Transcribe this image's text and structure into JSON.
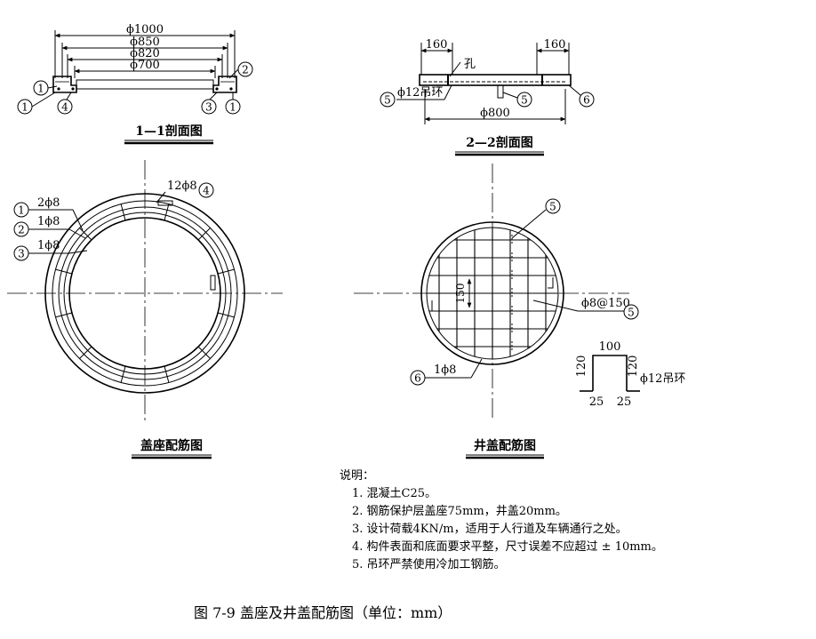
{
  "section11": {
    "dims": [
      "ϕ1000",
      "ϕ850",
      "ϕ820",
      "ϕ700"
    ],
    "callouts": {
      "m1": "1",
      "m2": "2",
      "m3": "3",
      "m4": "4"
    },
    "title": "1—1剖面图"
  },
  "section22": {
    "dim_left": "160",
    "dim_right": "160",
    "hole_label": "孔",
    "ring_label": "ϕ12吊环",
    "dia": "ϕ800",
    "callouts": {
      "m5": "5",
      "m6": "6"
    },
    "title": "2—2剖面图"
  },
  "seat_plan": {
    "rebar_top": "12ϕ8",
    "rebar1": "2ϕ8",
    "rebar2": "1ϕ8",
    "rebar3": "1ϕ8",
    "callouts": {
      "m1": "1",
      "m2": "2",
      "m3": "3",
      "m4": "4"
    },
    "title": "盖座配筋图"
  },
  "cover_plan": {
    "spacing_dim": "150",
    "rebar_mesh": "ϕ8@150",
    "rebar_ring": "1ϕ8",
    "callouts": {
      "m5": "5",
      "m6": "6"
    },
    "title": "井盖配筋图"
  },
  "hook_detail": {
    "top": "100",
    "left": "120",
    "right": "120",
    "foot_left": "25",
    "foot_right": "25",
    "label": "ϕ12吊环"
  },
  "notes": {
    "heading": "说明：",
    "items": [
      "1. 混凝土C25。",
      "2. 钢筋保护层盖座75mm，井盖20mm。",
      "3. 设计荷载4KN/m，适用于人行道及车辆通行之处。",
      "4. 构件表面和底面要求平整，尺寸误差不应超过 ± 10mm。",
      "5. 吊环严禁使用冷加工钢筋。"
    ]
  },
  "caption": "图 7-9    盖座及井盖配筋图（单位：mm）"
}
